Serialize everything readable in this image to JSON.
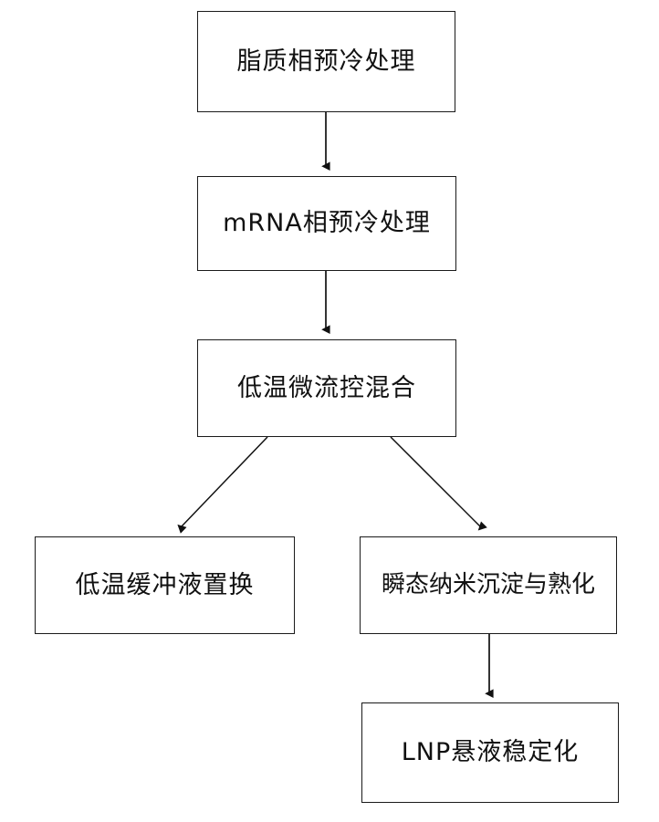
{
  "diagram": {
    "type": "flowchart",
    "orientation": "top-to-bottom",
    "background_color": "#ffffff",
    "line_color": "#1a1a1a",
    "text_color": "#111111",
    "nodes": [
      {
        "id": "lipid",
        "label": "脂质相预冷处理",
        "shape": "rectangle"
      },
      {
        "id": "mrna",
        "label": "mRNA相预冷处理",
        "shape": "rectangle"
      },
      {
        "id": "mixing",
        "label": "低温微流控混合",
        "shape": "rectangle"
      },
      {
        "id": "buffer",
        "label": "低温缓冲液置换",
        "shape": "rectangle"
      },
      {
        "id": "nano",
        "label": "瞬态纳米沉淀与熟化",
        "shape": "rectangle"
      },
      {
        "id": "lnp",
        "label": "LNP悬液稳定化",
        "shape": "rectangle"
      }
    ],
    "edges": [
      {
        "from": "lipid",
        "to": "mrna",
        "style": "straight-arrow"
      },
      {
        "from": "mrna",
        "to": "mixing",
        "style": "straight-arrow"
      },
      {
        "from": "mixing",
        "to": "buffer",
        "style": "diagonal-arrow"
      },
      {
        "from": "mixing",
        "to": "nano",
        "style": "diagonal-arrow"
      },
      {
        "from": "nano",
        "to": "lnp",
        "style": "straight-arrow"
      }
    ]
  }
}
